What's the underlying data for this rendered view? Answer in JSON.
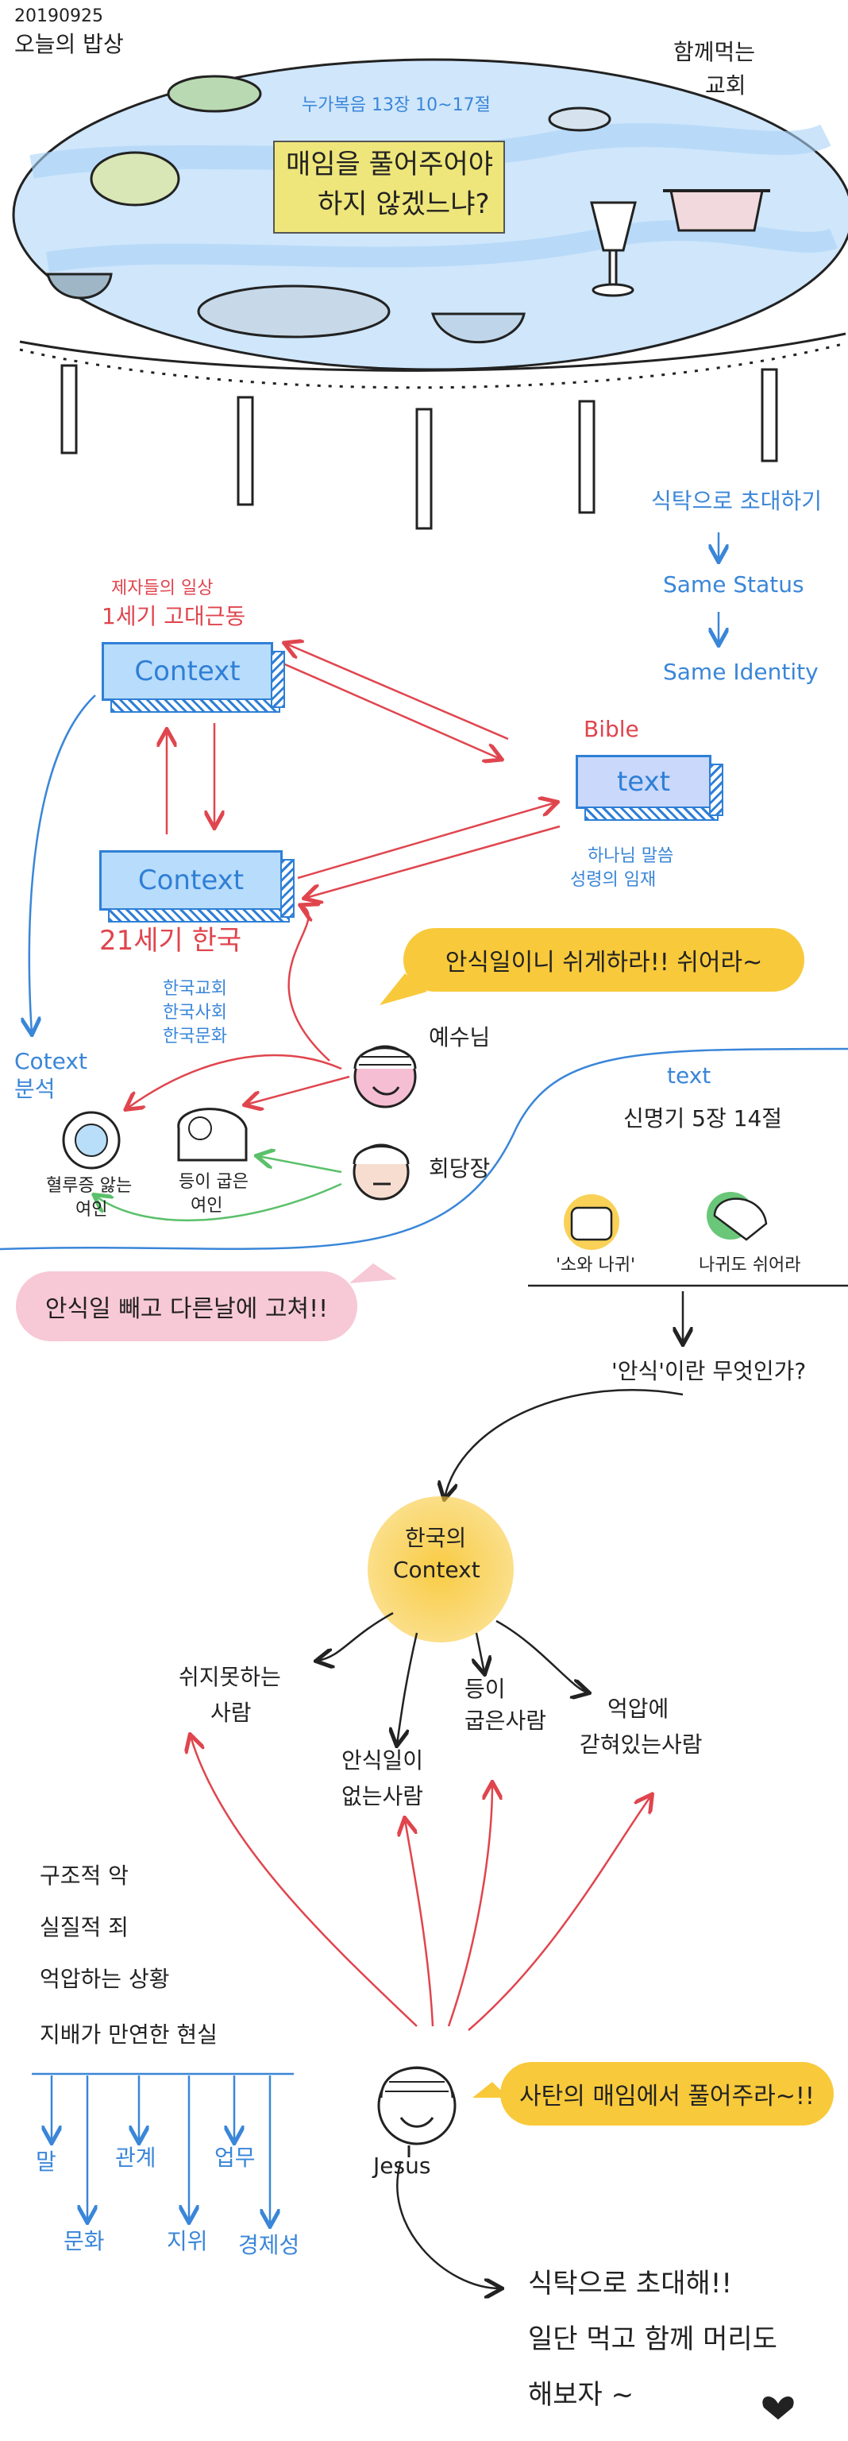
{
  "header": {
    "date": "20190925",
    "title": "오늘의 밥상",
    "church": [
      "함께먹는",
      "교회"
    ]
  },
  "table_note": {
    "reference": "누가복음 13장 10~17절",
    "question": [
      "매임을 풀어주어야",
      "하지 않겠느냐?"
    ]
  },
  "invite_flow": {
    "invite": "식탁으로 초대하기",
    "status": "Same Status",
    "identity": "Same Identity"
  },
  "context_diagram": {
    "disciples_label": [
      "제자들의 일상",
      "1세기 고대근동"
    ],
    "context_top": "Context",
    "bible_label": "Bible",
    "text_box": "text",
    "text_caption": [
      "하나님 말씀",
      "성령의 임재"
    ],
    "context_bottom": "Context",
    "korea_label": "21세기 한국",
    "korea_items": [
      "한국교회",
      "한국사회",
      "한국문화"
    ],
    "analysis": [
      "Cotext",
      "분석"
    ]
  },
  "characters": {
    "jesus_label": "예수님",
    "jesus_speech": "안식일이니 쉬게하라!! 쉬어라~",
    "ruler_label": "회당장",
    "ruler_speech": "안식일 빼고 다른날에 고쳐!!",
    "woman1": [
      "혈루증 앓는",
      "여인"
    ],
    "woman2": [
      "등이 굽은",
      "여인"
    ]
  },
  "text_section": {
    "label": "text",
    "ref": "신명기 5장 14절",
    "ox": "'소와 나귀'",
    "rest": "나귀도 쉬어라",
    "question": "'안식'이란 무엇인가?"
  },
  "korea_context": {
    "center": [
      "한국의",
      "Context"
    ],
    "people": [
      [
        "쉬지못하는",
        "사람"
      ],
      [
        "안식일이",
        "없는사람"
      ],
      [
        "등이",
        "굽은사람"
      ],
      [
        "억압에",
        "갇혀있는사람"
      ]
    ]
  },
  "structure": {
    "lines": [
      "구조적 악",
      "실질적 죄",
      "억압하는 상황",
      "지배가 만연한 현실"
    ],
    "items_top": [
      "말",
      "관계",
      "업무"
    ],
    "items_bottom": [
      "문화",
      "지위",
      "경제성"
    ]
  },
  "jesus_bottom": {
    "name": "Jesus",
    "speech": "사탄의 매임에서 풀어주라~!!"
  },
  "conclusion": {
    "lines": [
      "식탁으로 초대해!!",
      "일단 먹고 함께 머리도",
      "해보자 ~"
    ]
  },
  "colors": {
    "blue": "#3a86d8",
    "red": "#e0454e",
    "yellow": "#f8c93a",
    "pink": "#f7c8d6",
    "table": "#cfe6fb"
  }
}
